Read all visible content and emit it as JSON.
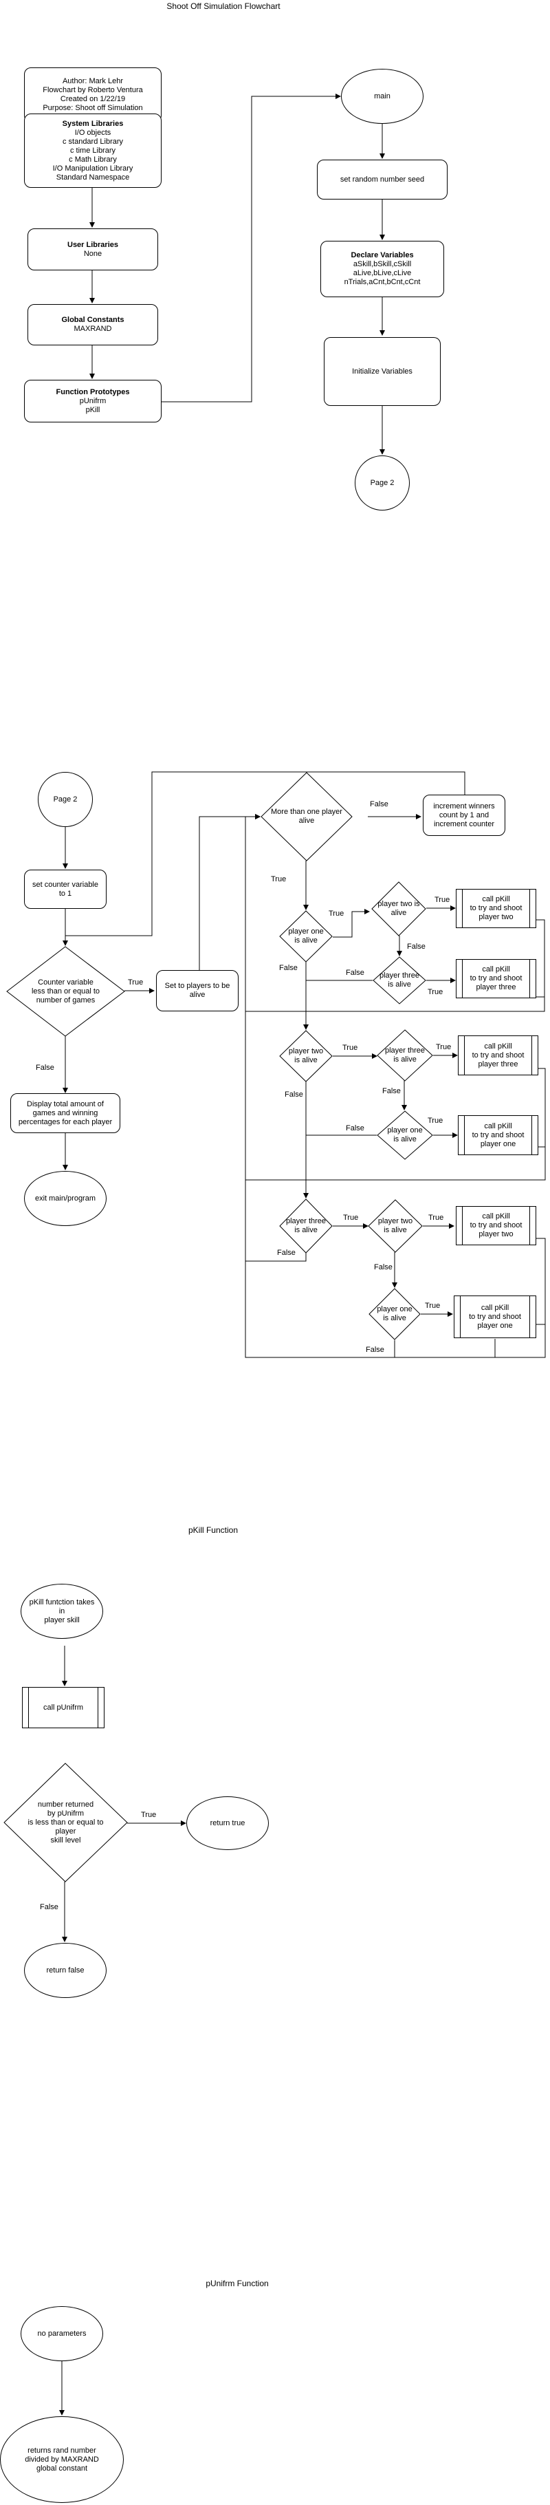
{
  "title": "Shoot Off Simulation Flowchart",
  "header": {
    "info_lines": [
      "Author: Mark Lehr",
      "Flowchart by Roberto Ventura",
      "Created on 1/22/19",
      "Purpose: Shoot off Simulation"
    ],
    "system_libraries": {
      "heading": "System Libraries",
      "lines": [
        "I/O objects",
        "c standard Library",
        "c time Library",
        "c Math Library",
        "I/O Manipulation Library",
        "Standard Namespace"
      ]
    },
    "user_libraries": {
      "heading": "User Libraries",
      "lines": [
        "None"
      ]
    },
    "global_constants": {
      "heading": "Global Constants",
      "lines": [
        "MAXRAND"
      ]
    },
    "function_prototypes": {
      "heading": "Function Prototypes",
      "lines": [
        "pUnifrm",
        "pKill"
      ]
    },
    "main": "main",
    "seed": "set random number seed",
    "declare": {
      "heading": "Declare Variables",
      "lines": [
        "aSkill,bSkill,cSkill",
        "aLive,bLive,cLive",
        "nTrials,aCnt,bCnt,cCnt"
      ]
    },
    "initialize": "Initialize Variables",
    "page2_connector": "Page 2"
  },
  "main_loop": {
    "page2": "Page 2",
    "set_counter": [
      "set counter variable",
      "to 1"
    ],
    "loop_condition": [
      "Counter variable",
      "less than or equal to",
      "number of games"
    ],
    "set_alive": [
      "Set to players to be",
      "alive"
    ],
    "more_than_one": [
      "More than one player",
      "alive"
    ],
    "increment": [
      "increment winners",
      "count by 1 and",
      "increment counter"
    ],
    "display": [
      "Display total amount of",
      "games and winning",
      "percentages for each player"
    ],
    "exit": "exit main/program",
    "p1_alive": [
      "player one",
      "is alive"
    ],
    "p2_alive": [
      "player two is",
      "alive"
    ],
    "p3_alive": [
      "player three",
      "is alive"
    ],
    "p2_alive_b": [
      "player two",
      "is alive"
    ],
    "p3_alive_b": [
      "player three",
      "is alive"
    ],
    "p1_alive_b": [
      "player one",
      "is alive"
    ],
    "p3_alive_c": [
      "player three",
      "is alive"
    ],
    "p2_alive_c": [
      "player two",
      "is alive"
    ],
    "p1_alive_c": [
      "player one",
      "is alive"
    ],
    "kill_p2": [
      "call pKill",
      "to try and shoot",
      "player two"
    ],
    "kill_p3": [
      "call pKill",
      "to try and shoot",
      "player three"
    ],
    "kill_p3_b": [
      "call pKill",
      "to try and shoot",
      "player three"
    ],
    "kill_p1_b": [
      "call pKill",
      "to try and shoot",
      "player one"
    ],
    "kill_p2_c": [
      "call pKill",
      "to try and shoot",
      "player two"
    ],
    "kill_p1_c": [
      "call pKill",
      "to try and shoot",
      "player one"
    ],
    "true": "True",
    "false": "False"
  },
  "pkill": {
    "title": "pKill Function",
    "takes": [
      "pKill funtction takes",
      "in",
      "player skill"
    ],
    "call": "call pUnifrm",
    "condition": [
      "number returned",
      "by pUnifrm",
      "is less than or equal to",
      "player",
      "skill level"
    ],
    "return_true": "return true",
    "return_false": "return false",
    "true": "True",
    "false": "False"
  },
  "punifrm": {
    "title": "pUnifrm Function",
    "params": "no parameters",
    "returns": [
      "returns rand number",
      "divided by MAXRAND",
      "global constant"
    ]
  }
}
